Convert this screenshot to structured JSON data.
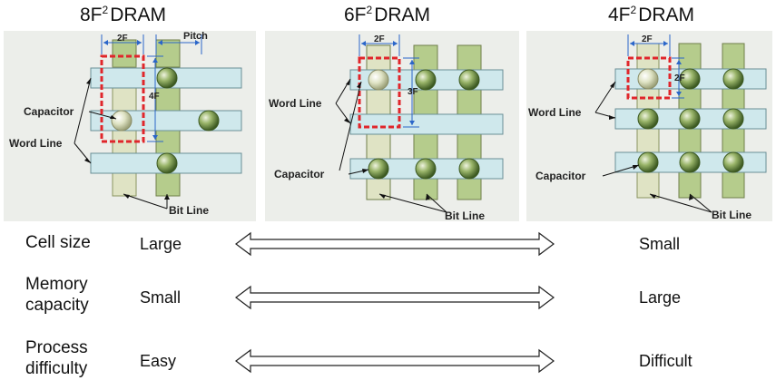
{
  "panels": [
    {
      "title_base": "8F",
      "title_sup": "2",
      "title_rest": "DRAM",
      "dim_2f": "2F",
      "dim_pitch": "Pitch",
      "dim_4f": "4F",
      "capacitor": "Capacitor",
      "word_line": "Word Line",
      "bit_line": "Bit Line"
    },
    {
      "title_base": "6F",
      "title_sup": "2",
      "title_rest": "DRAM",
      "dim_2f": "2F",
      "dim_3f": "3F",
      "word_line": "Word Line",
      "capacitor": "Capacitor",
      "bit_line": "Bit Line"
    },
    {
      "title_base": "4F",
      "title_sup": "2",
      "title_rest": "DRAM",
      "dim_2f": "2F",
      "dim_2f_v": "2F",
      "word_line": "Word Line",
      "capacitor": "Capacitor",
      "bit_line": "Bit Line"
    }
  ],
  "comparison": [
    {
      "label_l1": "Cell size",
      "label_l2": "",
      "left": "Large",
      "right": "Small"
    },
    {
      "label_l1": "Memory",
      "label_l2": "capacity",
      "left": "Small",
      "right": "Large"
    },
    {
      "label_l1": "Process",
      "label_l2": "difficulty",
      "left": "Easy",
      "right": "Difficult"
    }
  ],
  "colors": {
    "panel_bg": "#eceeea",
    "word_line": "#cfe8ec",
    "bit_line": "#b5cc8c",
    "cell_outline": "#e0262b",
    "dimension": "#2b66c9",
    "capacitor": "#6b8a45"
  }
}
